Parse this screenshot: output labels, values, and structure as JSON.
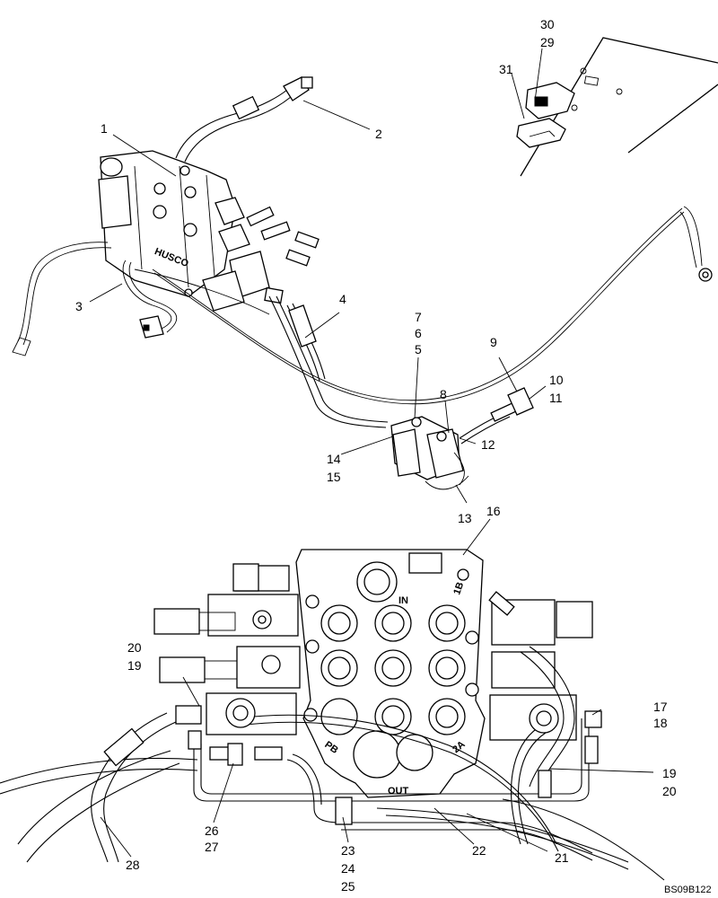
{
  "callouts": [
    {
      "id": "c1",
      "text": "1"
    },
    {
      "id": "c2",
      "text": "2"
    },
    {
      "id": "c3",
      "text": "3"
    },
    {
      "id": "c4",
      "text": "4"
    },
    {
      "id": "c5",
      "text": "5"
    },
    {
      "id": "c6",
      "text": "6"
    },
    {
      "id": "c7",
      "text": "7"
    },
    {
      "id": "c8",
      "text": "8"
    },
    {
      "id": "c9",
      "text": "9"
    },
    {
      "id": "c10",
      "text": "10"
    },
    {
      "id": "c11",
      "text": "11"
    },
    {
      "id": "c12",
      "text": "12"
    },
    {
      "id": "c13",
      "text": "13"
    },
    {
      "id": "c14",
      "text": "14"
    },
    {
      "id": "c15",
      "text": "15"
    },
    {
      "id": "c16",
      "text": "16"
    },
    {
      "id": "c17",
      "text": "17"
    },
    {
      "id": "c18",
      "text": "18"
    },
    {
      "id": "c19a",
      "text": "19"
    },
    {
      "id": "c20a",
      "text": "20"
    },
    {
      "id": "c19b",
      "text": "19"
    },
    {
      "id": "c20b",
      "text": "20"
    },
    {
      "id": "c21",
      "text": "21"
    },
    {
      "id": "c22",
      "text": "22"
    },
    {
      "id": "c23",
      "text": "23"
    },
    {
      "id": "c24",
      "text": "24"
    },
    {
      "id": "c25",
      "text": "25"
    },
    {
      "id": "c26",
      "text": "26"
    },
    {
      "id": "c27",
      "text": "27"
    },
    {
      "id": "c28",
      "text": "28"
    },
    {
      "id": "c29",
      "text": "29"
    },
    {
      "id": "c30",
      "text": "30"
    },
    {
      "id": "c31",
      "text": "31"
    }
  ],
  "embossed": {
    "brand": "HUSCO",
    "port_in": "IN",
    "port_out": "OUT",
    "port_pb": "PB",
    "port_1b": "1B",
    "port_2a": "2A"
  },
  "drawing_code": "BS09B122"
}
